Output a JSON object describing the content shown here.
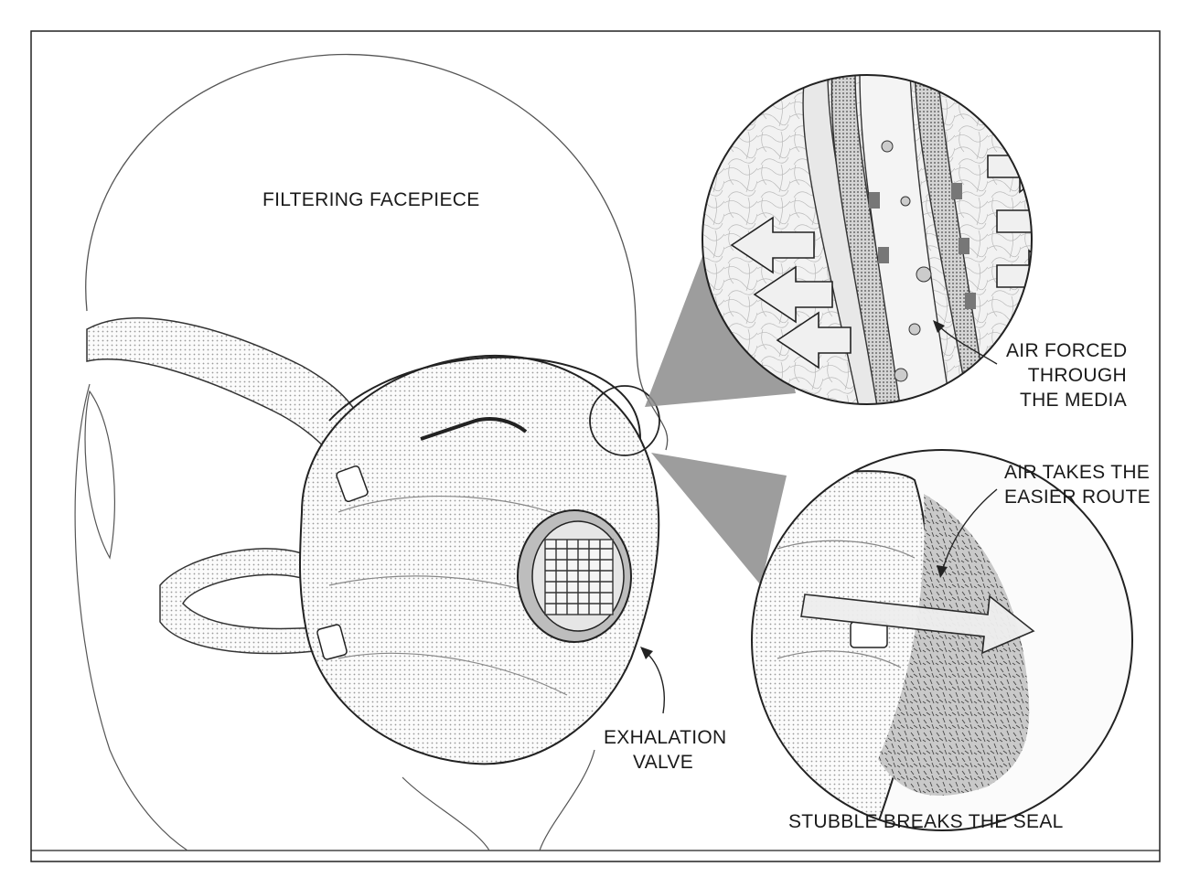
{
  "labels": {
    "filtering_facepiece": "FILTERING FACEPIECE",
    "air_forced": [
      "AIR FORCED",
      "THROUGH",
      "THE MEDIA"
    ],
    "air_takes": [
      "AIR TAKES THE",
      "EASIER ROUTE"
    ],
    "exhalation_valve": [
      "EXHALATION",
      "VALVE"
    ],
    "stubble": "STUBBLE BREAKS THE SEAL"
  }
}
